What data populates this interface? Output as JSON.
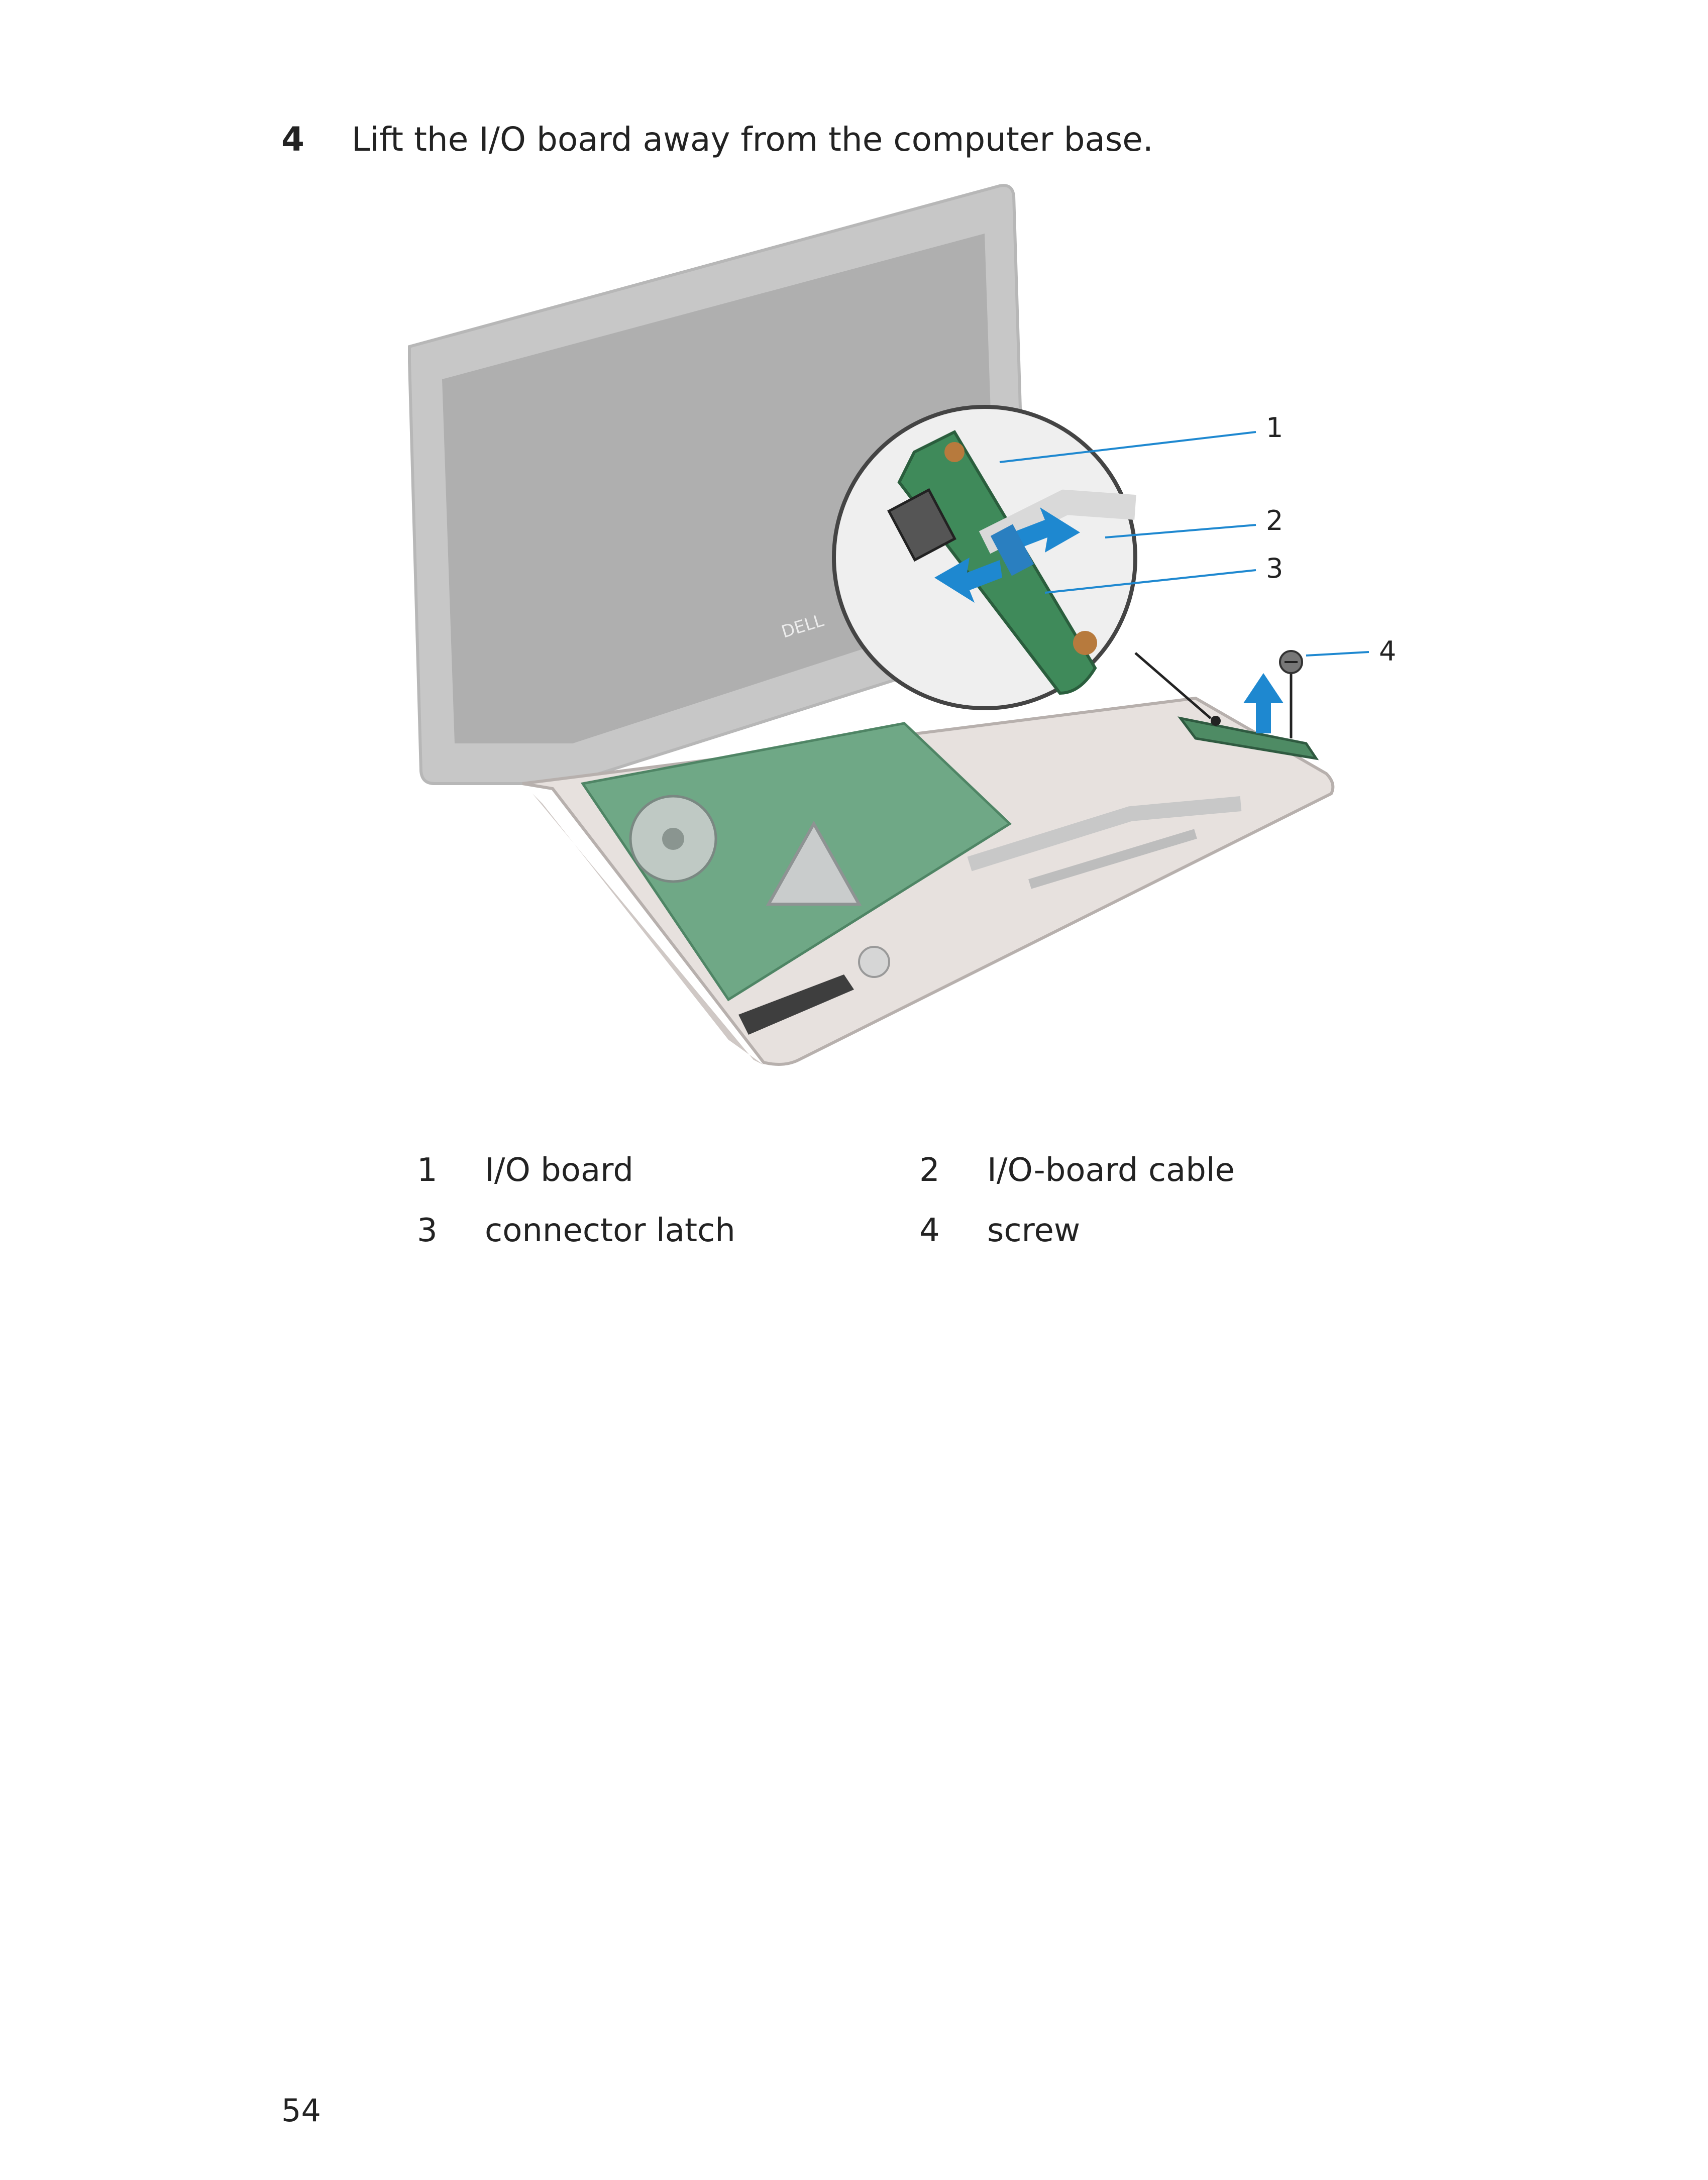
{
  "step": {
    "number": "4",
    "text": "Lift the I/O board away from the computer base."
  },
  "figure": {
    "callouts": [
      "1",
      "2",
      "3",
      "4"
    ],
    "accent_color": "#1e88d0"
  },
  "legend": [
    {
      "num": "1",
      "label": "I/O board"
    },
    {
      "num": "2",
      "label": "I/O-board cable"
    },
    {
      "num": "3",
      "label": "connector latch"
    },
    {
      "num": "4",
      "label": "screw"
    }
  ],
  "page_number": "54"
}
